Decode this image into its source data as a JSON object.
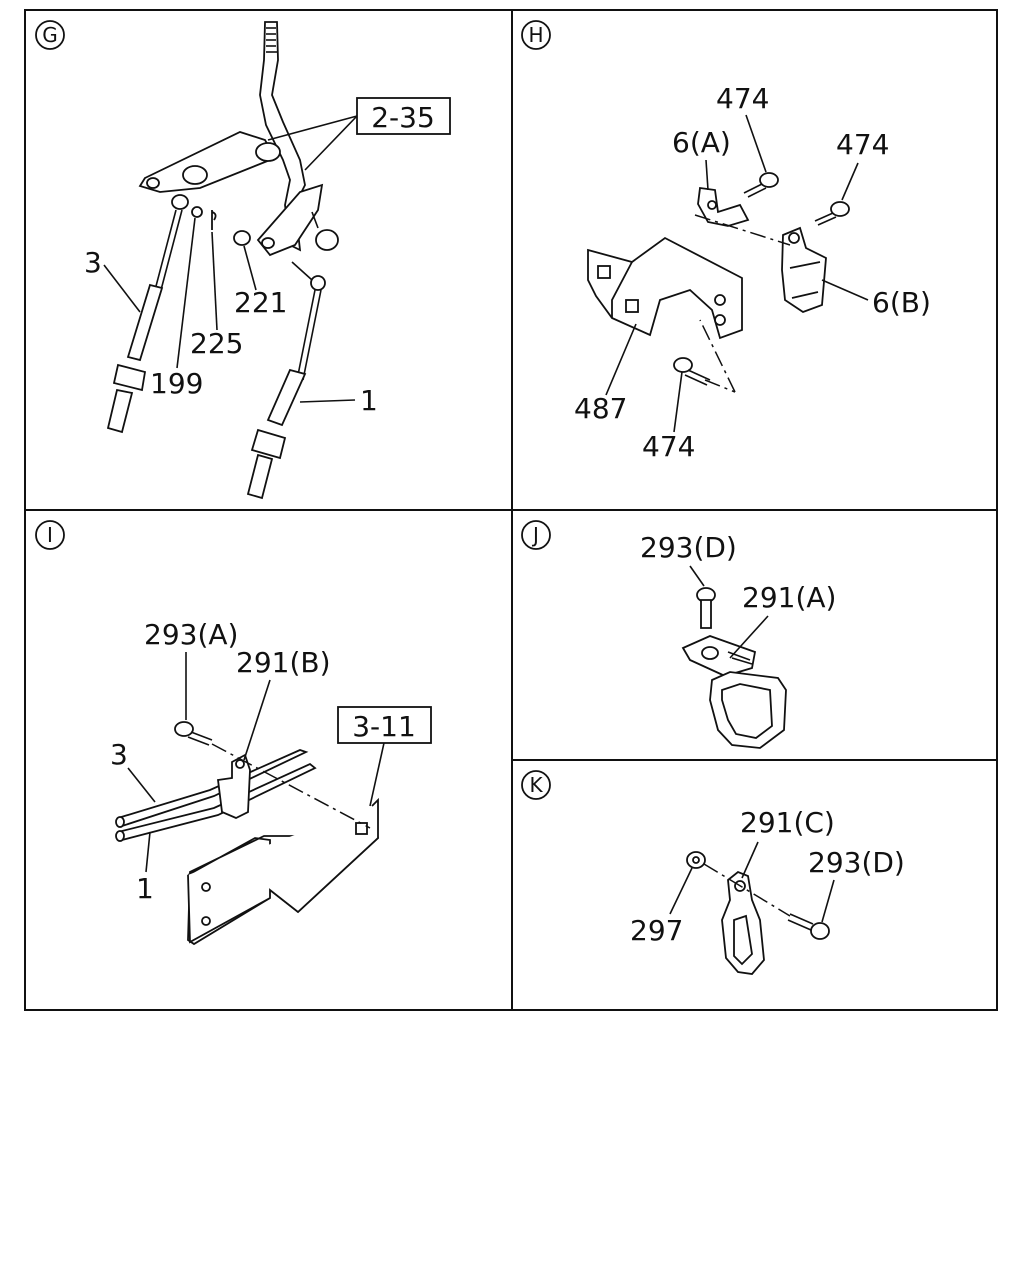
{
  "panels": {
    "G": {
      "marker": "G",
      "ref_box": "2-35",
      "labels": {
        "cable_3": "3",
        "item_199": "199",
        "item_225": "225",
        "item_221": "221",
        "cable_1": "1"
      }
    },
    "H": {
      "marker": "H",
      "labels": {
        "bolt_top": "474",
        "clip_6a": "6(A)",
        "bolt_right": "474",
        "clip_6b": "6(B)",
        "bracket_487": "487",
        "bolt_bottom": "474"
      }
    },
    "I": {
      "marker": "I",
      "ref_box": "3-11",
      "labels": {
        "bolt_293a": "293(A)",
        "clip_291b": "291(B)",
        "cable_3": "3",
        "cable_1": "1"
      }
    },
    "J": {
      "marker": "J",
      "labels": {
        "bolt_293d": "293(D)",
        "clip_291a": "291(A)"
      }
    },
    "K": {
      "marker": "K",
      "labels": {
        "clip_291c": "291(C)",
        "bolt_293d": "293(D)",
        "nut_297": "297"
      }
    }
  }
}
